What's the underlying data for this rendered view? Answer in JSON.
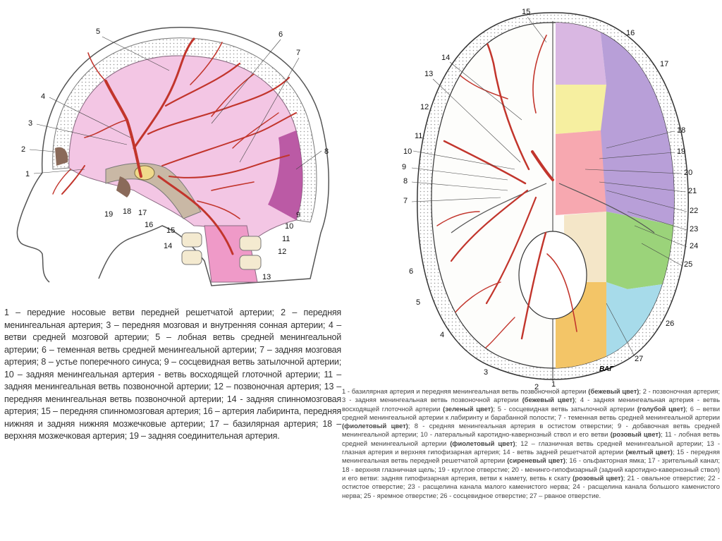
{
  "left_figure": {
    "labels": [
      "1",
      "2",
      "3",
      "4",
      "5",
      "6",
      "7",
      "8",
      "9",
      "10",
      "11",
      "12",
      "13",
      "14",
      "15",
      "16",
      "17",
      "18",
      "19"
    ]
  },
  "right_figure": {
    "labels": [
      "1",
      "2",
      "3",
      "4",
      "5",
      "6",
      "7",
      "8",
      "9",
      "10",
      "11",
      "12",
      "13",
      "14",
      "15",
      "16",
      "17",
      "18",
      "19",
      "20",
      "21",
      "22",
      "23",
      "24",
      "25",
      "26",
      "27"
    ],
    "signature": "ВАГ"
  },
  "left_caption": "1 – передние носовые ветви передней решетчатой артерии; 2 – передняя менингеальная артерия; 3 – передняя мозговая и внутренняя сонная артерии; 4 – ветви средней мозговой артерии; 5 – лобная ветвь средней менингеальной артерии; 6 – теменная ветвь средней менингеальной артерии; 7 – задняя мозговая артерия; 8 – устье поперечного синуса; 9 – сосцевидная ветвь затылочной артерии; 10 – задняя менингеальная артерия - ветвь восходящей глоточной артерии; 11 – задняя менингеальная ветвь позвоночной артерии; 12 – позвоночная артерия; 13 – передняя менингеальная ветвь позвоночной артерии; 14 - задняя спинномозговая артерия; 15 – передняя спинномозговая артерия; 16 – артерия лабиринта, передняя нижняя и задняя нижняя мозжечковые артерии; 17 – базилярная артерия; 18 – верхняя мозжечковая артерия; 19 – задняя соединительная артерия.",
  "right_caption": {
    "segments": [
      {
        "t": "1 - базилярная артерия и передняя менингеальная ветвь позвоночной артерии ",
        "b": false
      },
      {
        "t": "(бежевый цвет)",
        "b": true
      },
      {
        "t": "; 2 - позвоночная артерия; 3 - задняя менингеальная ветвь позвоночной артерии ",
        "b": false
      },
      {
        "t": "(бежевый цвет)",
        "b": true
      },
      {
        "t": "; 4 - задняя менингеальная артерия - ветвь восходящей глоточной артерии ",
        "b": false
      },
      {
        "t": "(зеленый цвет)",
        "b": true
      },
      {
        "t": "; 5 - сосцевидная ветвь затылочной артерии ",
        "b": false
      },
      {
        "t": "(голубой цвет)",
        "b": true
      },
      {
        "t": "; 6 – ветви средней менингеальной артерии к лабиринту и барабанной полости; 7 - теменная ветвь средней менингеальной артерии ",
        "b": false
      },
      {
        "t": "(фиолетовый цвет)",
        "b": true
      },
      {
        "t": "; 8 - средняя менингеальная артерия в остистом отверстии; 9 - добавочная ветвь средней менингеальной артерии; 10 - латеральный каротидно-кавернозный ствол и его ветви ",
        "b": false
      },
      {
        "t": "(розовый цвет)",
        "b": true
      },
      {
        "t": "; 11 - лобная ветвь средней менингеальной артерии ",
        "b": false
      },
      {
        "t": "(фиолетовый цвет)",
        "b": true
      },
      {
        "t": "; 12 – глазничная ветвь средней менингеальной артерии; 13 - глазная артерия и верхняя гипофизарная артерия; 14 - ветвь задней решетчатой артерии ",
        "b": false
      },
      {
        "t": "(желтый цвет)",
        "b": true
      },
      {
        "t": "; 15 - передняя менингеальная ветвь передней решетчатой артерии ",
        "b": false
      },
      {
        "t": "(сиреневый цвет)",
        "b": true
      },
      {
        "t": "; 16 - ольфакторная ямка; 17 - зрительный канал; 18 - верхняя глазничная щель; 19 - круглое отверстие; 20 - менинго-гипофизарный (задний каротидно-кавернозный ствол) и его ветви: задняя гипофизарная артерия, ветви к намету, ветвь к скату ",
        "b": false
      },
      {
        "t": "(розовый цвет)",
        "b": true
      },
      {
        "t": "; 21 - овальное отверстие; 22 - остистое отверстие; 23 - расщелина канала малого каменистого нерва; 24 - расщелина канала большого каменистого нерва; 25 - яремное отверстие; 26 - сосцевидное отверстие; 27 – рваное отверстие.",
        "b": false
      }
    ]
  }
}
